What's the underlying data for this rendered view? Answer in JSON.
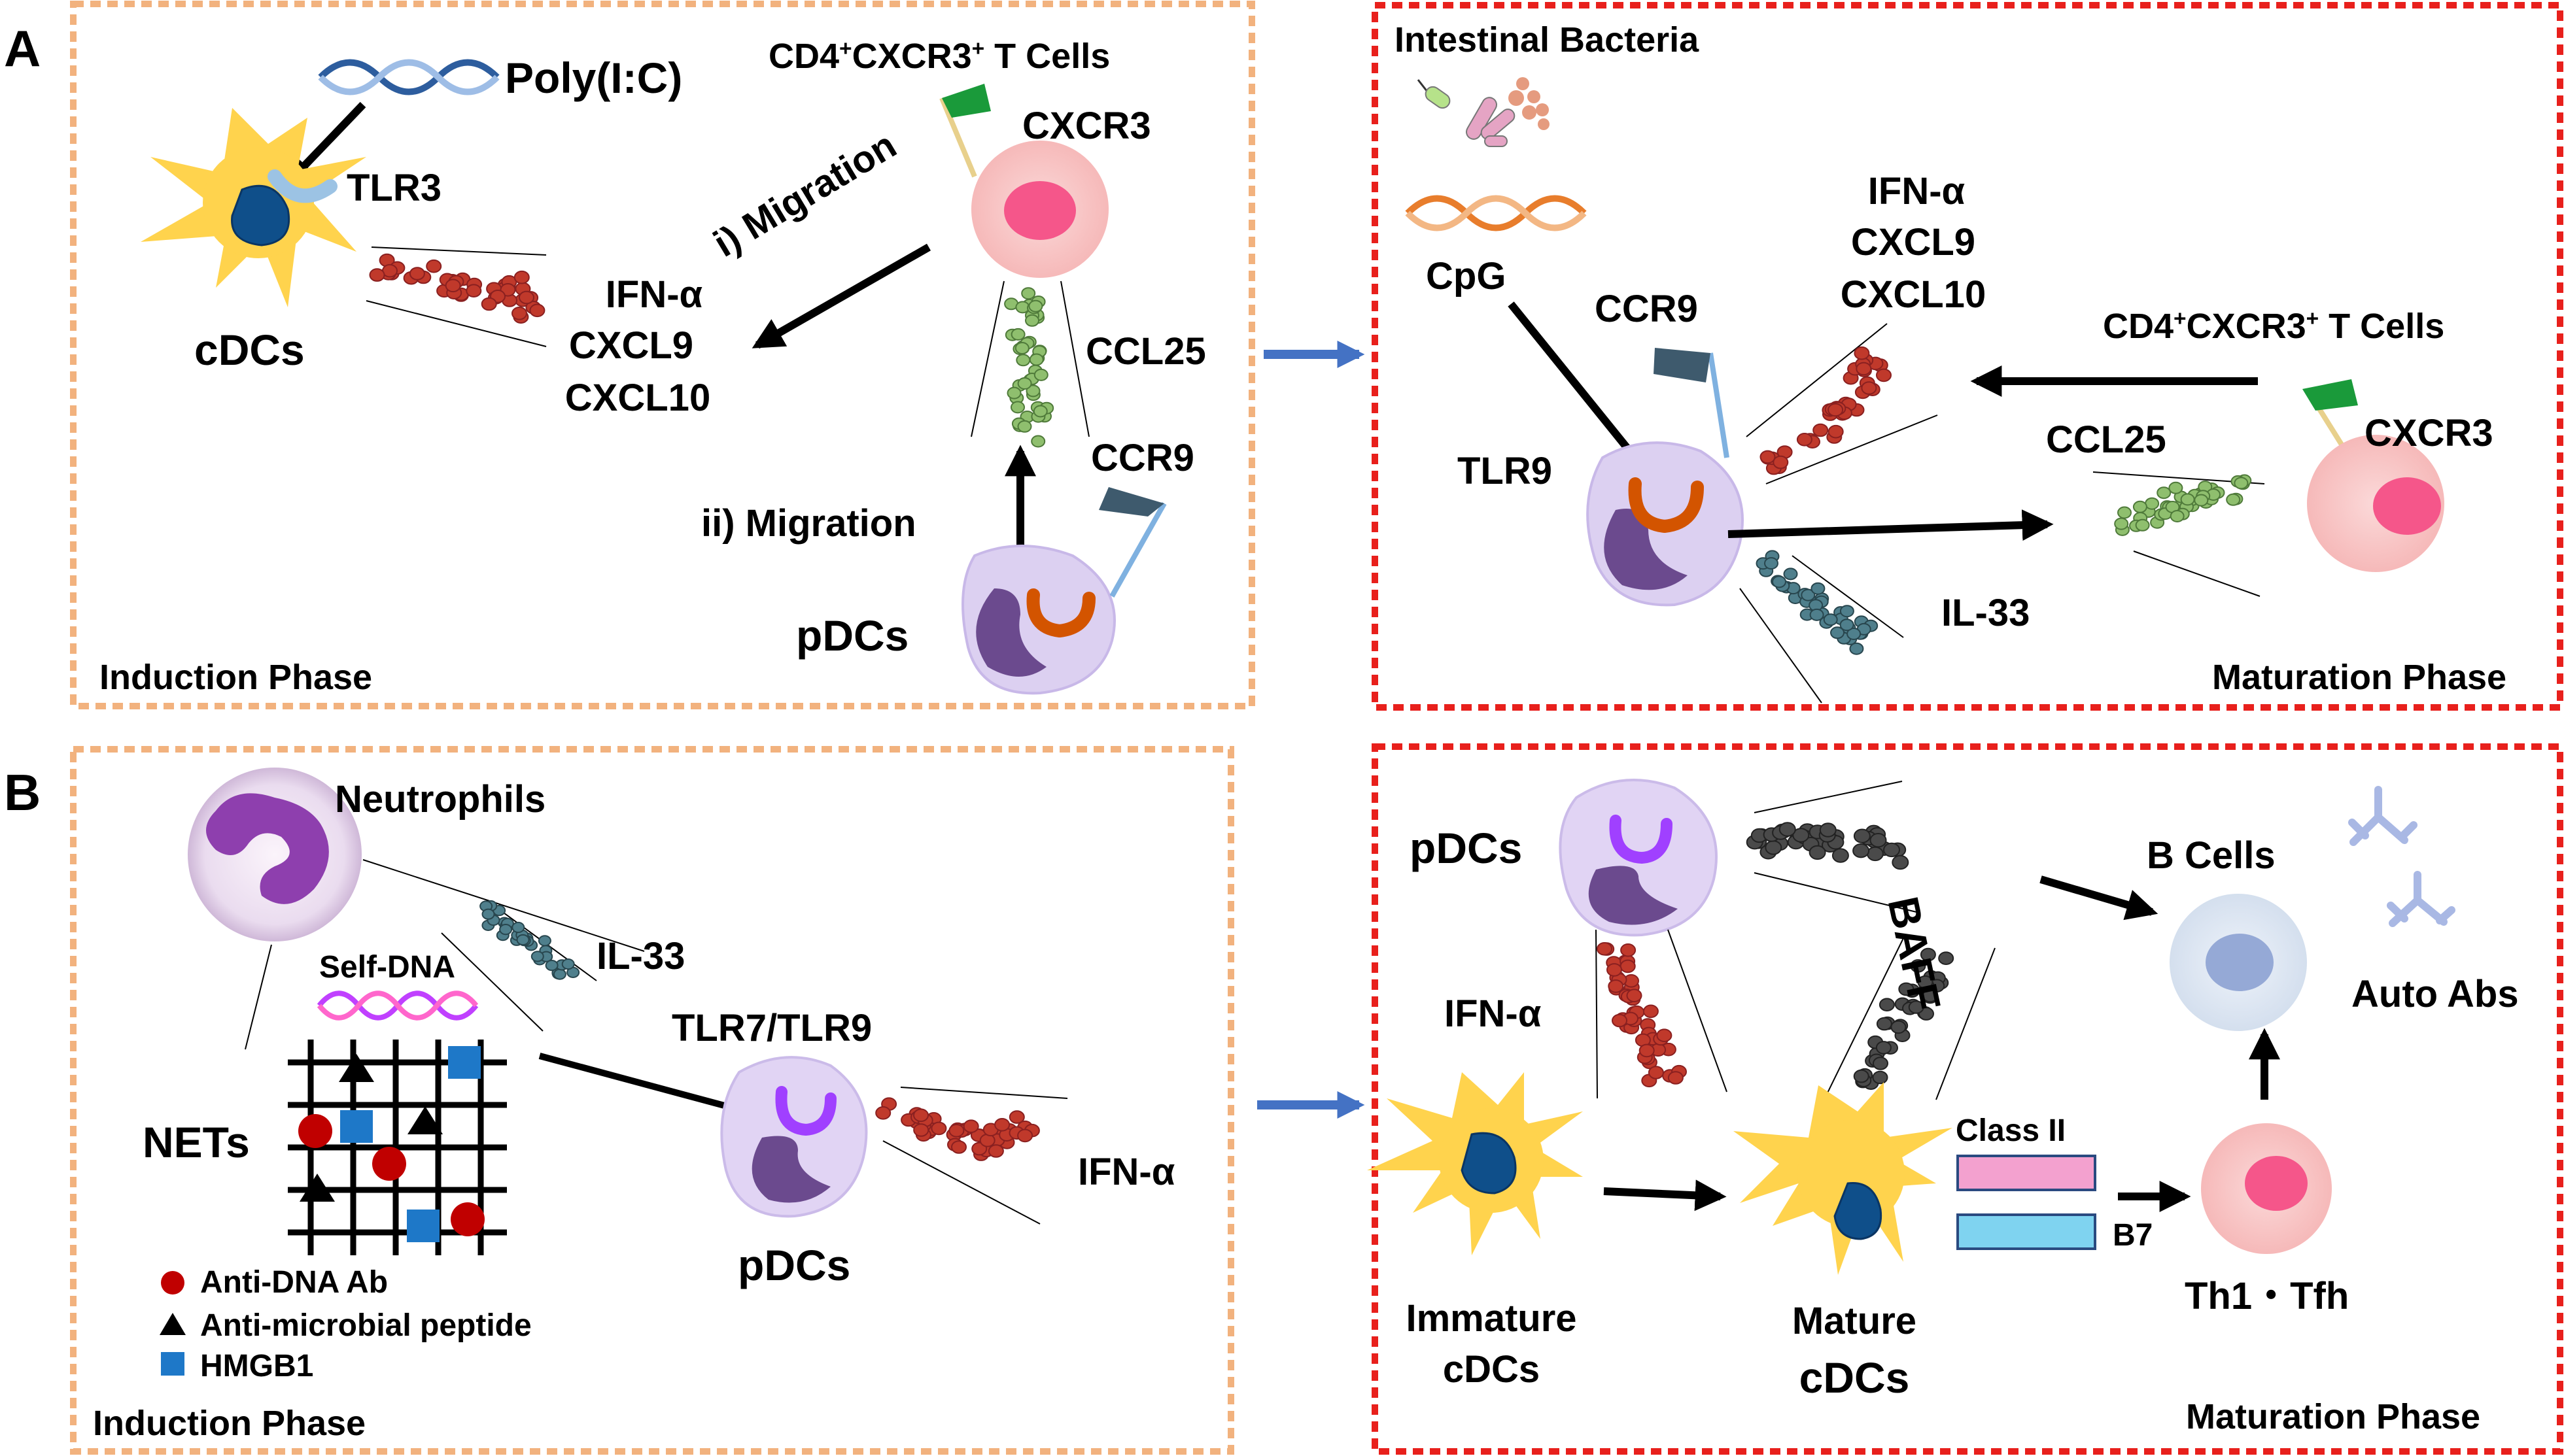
{
  "panels": {
    "a": {
      "letter": "A",
      "induction": {
        "phase": "Induction Phase",
        "poly_ic": "Poly(I:C)",
        "tlr3": "TLR3",
        "cdcs": "cDCs",
        "t_cells": {
          "cd4": "CD4",
          "plus1": "+",
          "cxcr3": "CXCR3",
          "plus2": "+",
          "rest": " T Cells"
        },
        "cxcr3_label": "CXCR3",
        "migration1": "i) Migration",
        "migration2": "ii) Migration",
        "ifn": "IFN-α",
        "cxcl9": "CXCL9",
        "cxcl10": "CXCL10",
        "ccl25": "CCL25",
        "ccr9": "CCR9",
        "pdcs": "pDCs"
      },
      "maturation": {
        "phase": "Maturation Phase",
        "bacteria": "Intestinal Bacteria",
        "cpg": "CpG",
        "ccr9": "CCR9",
        "ifn": "IFN-α",
        "cxcl9": "CXCL9",
        "cxcl10": "CXCL10",
        "t_cells": {
          "cd4": "CD4",
          "plus1": "+",
          "cxcr3": "CXCR3",
          "plus2": "+",
          "rest": " T Cells"
        },
        "cxcr3_label": "CXCR3",
        "tlr9": "TLR9",
        "ccl25": "CCL25",
        "il33": "IL-33"
      }
    },
    "b": {
      "letter": "B",
      "induction": {
        "phase": "Induction Phase",
        "neutrophils": "Neutrophils",
        "self_dna": "Self-DNA",
        "il33": "IL-33",
        "tlr": "TLR7/TLR9",
        "nets": "NETs",
        "ifn": "IFN-α",
        "pdcs": "pDCs",
        "legend": [
          "Anti-DNA Ab",
          "Anti-microbial peptide",
          "HMGB1"
        ]
      },
      "maturation": {
        "phase": "Maturation Phase",
        "pdcs": "pDCs",
        "baff": "BAFF",
        "b_cells": "B Cells",
        "auto_abs": "Auto Abs",
        "ifn": "IFN-α",
        "class2": "Class II",
        "b7": "B7",
        "immature": [
          "Immature",
          "cDCs"
        ],
        "mature": [
          "Mature",
          "cDCs"
        ],
        "th": "Th1・Tfh"
      }
    }
  },
  "colors": {
    "induction_border": "#f2b27e",
    "maturation_border": "#e8201c",
    "transition_arrow": "#4472c4",
    "dendritic_cell": "#ffd34d",
    "nucleus_dark": "#0f4f8a",
    "pdc_body": "#dcd0f1",
    "pdc_nucleus": "#6b4a8e",
    "t_cell": "#f8c6c6",
    "t_cell_nucleus": "#f5568a",
    "flag_green": "#1a9a3a",
    "flag_slate": "#3e5a6d",
    "ifn_dot": "#c0392b",
    "ccl25_dot": "#8fbf6e",
    "il33_dot": "#4f7f8c",
    "baff_dot": "#4a4a4a",
    "anti_dna": "#c00000",
    "hmgb1": "#1e78c8",
    "class2_bar": "#f3a1cf",
    "b7_bar": "#7fd3f0",
    "b_cell": "#dbe5f2",
    "antibody": "#a9b8e4"
  }
}
